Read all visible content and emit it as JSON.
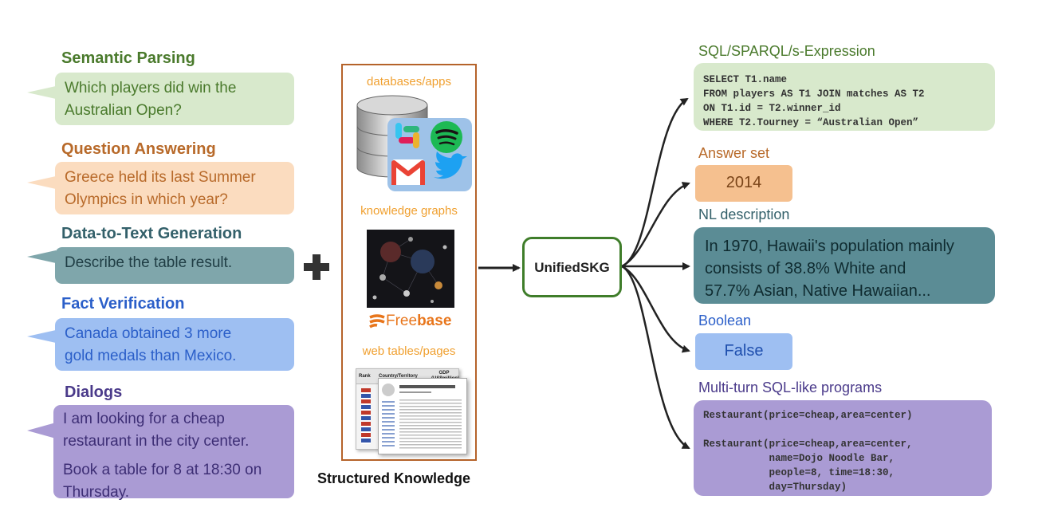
{
  "tasks": [
    {
      "title": "Semantic Parsing",
      "color": "#4a7a2c",
      "bubble_bg": "#d8e9cc",
      "lines": [
        "Which players did win the",
        "Australian Open?"
      ]
    },
    {
      "title": "Question Answering",
      "color": "#b86a2a",
      "bubble_bg": "#fbdcbf",
      "lines": [
        "Greece held its last Summer",
        "Olympics in which year?"
      ]
    },
    {
      "title": "Data-to-Text Generation",
      "color": "#33606a",
      "bubble_bg": "#7fa6ab",
      "lines": [
        "Describe the table result."
      ]
    },
    {
      "title": "Fact Verification",
      "color": "#2b5fc9",
      "bubble_bg": "#9ebff2",
      "lines": [
        "Canada obtained 3 more",
        "gold medals than Mexico."
      ]
    },
    {
      "title": "Dialogs",
      "color": "#4a3a8a",
      "bubble_bg": "#aa9bd4",
      "lines": [
        "I am looking for a cheap",
        "restaurant in the city center."
      ],
      "lines2": [
        "Book a table for 8 at 18:30 on",
        "Thursday."
      ]
    }
  ],
  "plus_symbol": "+",
  "knowledge": {
    "databases_label": "databases/apps",
    "kg_label": "knowledge graphs",
    "freebase_prefix": "Free",
    "freebase_bold": "base",
    "web_label": "web tables/pages",
    "caption": "Structured Knowledge",
    "table_headers": [
      "Rank",
      "Country/Territory",
      "GDP (US$million)"
    ]
  },
  "model": {
    "name": "UnifiedSKG",
    "border_color": "#3f7d2a"
  },
  "outputs": {
    "sql": {
      "title": "SQL/SPARQL/s-Expression",
      "bg": "#d8e9cc",
      "code": [
        "SELECT T1.name",
        "FROM players AS T1 JOIN matches AS T2",
        "ON T1.id = T2.winner_id",
        "WHERE T2.Tourney = “Australian Open”"
      ]
    },
    "answer": {
      "title": "Answer set",
      "bg": "#f5c08f",
      "value": "2014"
    },
    "nl": {
      "title": "NL description",
      "bg": "#5b8c95",
      "lines": [
        "In 1970, Hawaii's population mainly",
        "consists of 38.8% White and",
        "57.7% Asian, Native Hawaiian..."
      ]
    },
    "boolean": {
      "title": "Boolean",
      "bg": "#9ebff2",
      "value": "False"
    },
    "multiturn": {
      "title": "Multi-turn SQL-like programs",
      "bg": "#aa9bd4",
      "code": [
        "Restaurant(price=cheap,area=center)",
        "",
        "Restaurant(price=cheap,area=center,",
        "           name=Dojo Noodle Bar,",
        "           people=8, time=18:30,",
        "           day=Thursday)"
      ]
    }
  },
  "icons": [
    "database-icon",
    "slack-icon",
    "spotify-icon",
    "gmail-icon",
    "twitter-icon",
    "knowledge-graph-image",
    "freebase-logo",
    "web-table-image"
  ]
}
